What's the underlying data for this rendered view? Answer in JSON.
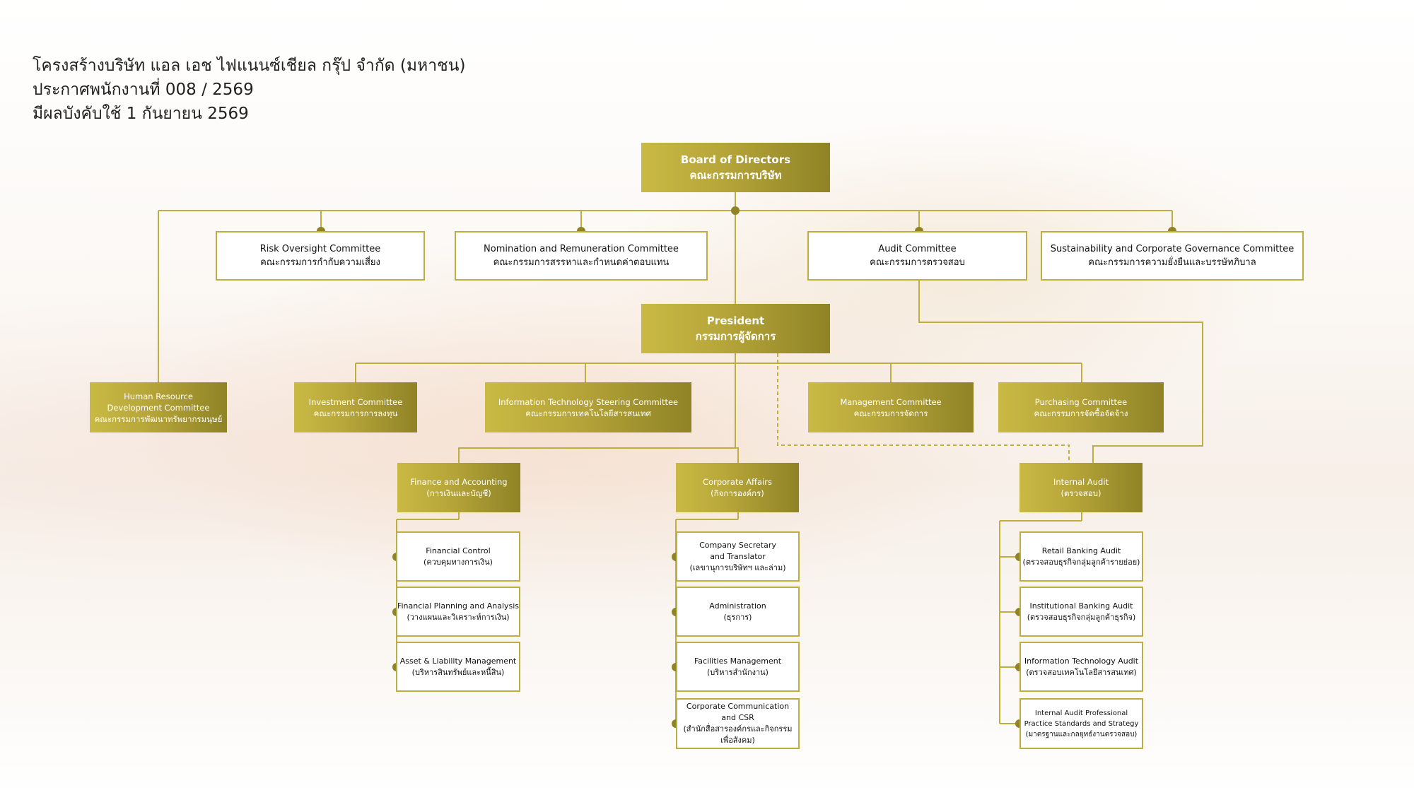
{
  "header": {
    "line1": "โครงสร้างบริษัท แอล เอช ไฟแนนซ์เชียล กรุ๊ป จำกัด (มหาชน)",
    "line2": "ประกาศพนักงานที่ 008 / 2569",
    "line3": "มีผลบังคับใช้ 1 กันยายน 2569"
  },
  "board": {
    "en": "Board of Directors",
    "th": "คณะกรรมการบริษัท"
  },
  "board_committees": {
    "risk": {
      "en": "Risk Oversight Committee",
      "th": "คณะกรรมการกำกับความเสี่ยง"
    },
    "nomination": {
      "en": "Nomination and Remuneration Committee",
      "th": "คณะกรรมการสรรหาและกำหนดค่าตอบแทน"
    },
    "audit": {
      "en": "Audit Committee",
      "th": "คณะกรรมการตรวจสอบ"
    },
    "sustainability": {
      "en": "Sustainability and Corporate Governance Committee",
      "th": "คณะกรรมการความยั่งยืนและบรรษัทภิบาล"
    }
  },
  "president": {
    "en": "President",
    "th": "กรรมการผู้จัดการ"
  },
  "management_committees": {
    "hr": {
      "en1": "Human Resource",
      "en2": "Development Committee",
      "th": "คณะกรรมการพัฒนาทรัพยากรมนุษย์"
    },
    "investment": {
      "en": "Investment Committee",
      "th": "คณะกรรมการการลงทุน"
    },
    "it_steering": {
      "en": "Information Technology Steering Committee",
      "th": "คณะกรรมการเทคโนโลยีสารสนเทศ"
    },
    "management": {
      "en": "Management Committee",
      "th": "คณะกรรมการจัดการ"
    },
    "purchasing": {
      "en": "Purchasing Committee",
      "th": "คณะกรรมการจัดซื้อจัดจ้าง"
    }
  },
  "divisions": {
    "finance": {
      "en": "Finance and Accounting",
      "th": "(การเงินและบัญชี)"
    },
    "corporate": {
      "en": "Corporate Affairs",
      "th": "(กิจการองค์กร)"
    },
    "internal_audit": {
      "en": "Internal Audit",
      "th": "(ตรวจสอบ)"
    }
  },
  "finance_units": {
    "control": {
      "en": "Financial Control",
      "th": "(ควบคุมทางการเงิน)"
    },
    "planning": {
      "en": "Financial Planning and Analysis",
      "th": "(วางแผนและวิเคราะห์การเงิน)"
    },
    "alm": {
      "en": "Asset & Liability Management",
      "th": "(บริหารสินทรัพย์และหนี้สิน)"
    }
  },
  "corporate_units": {
    "secretary": {
      "en1": "Company Secretary",
      "en2": "and Translator",
      "th": "(เลขานุการบริษัทฯ และล่าม)"
    },
    "admin": {
      "en": "Administration",
      "th": "(ธุรการ)"
    },
    "facilities": {
      "en": "Facilities Management",
      "th": "(บริหารสำนักงาน)"
    },
    "communication": {
      "en1": "Corporate Communication",
      "en2": "and CSR",
      "th1": "(สำนักสื่อสารองค์กรและกิจกรรม",
      "th2": "เพื่อสังคม)"
    }
  },
  "audit_units": {
    "retail": {
      "en": "Retail Banking Audit",
      "th": "(ตรวจสอบธุรกิจกลุ่มลูกค้ารายย่อย)"
    },
    "institutional": {
      "en": "Institutional Banking Audit",
      "th": "(ตรวจสอบธุรกิจกลุ่มลูกค้าธุรกิจ)"
    },
    "it": {
      "en": "Information Technology Audit",
      "th": "(ตรวจสอบเทคโนโลยีสารสนเทศ)"
    },
    "professional": {
      "en1": "Internal Audit Professional",
      "en2": "Practice Standards and Strategy",
      "th": "(มาตรฐานและกลยุทธ์งานตรวจสอบ)"
    }
  },
  "colors": {
    "gold": "#b8a73a",
    "line": "#bdae3f",
    "dot": "#8f8326"
  }
}
